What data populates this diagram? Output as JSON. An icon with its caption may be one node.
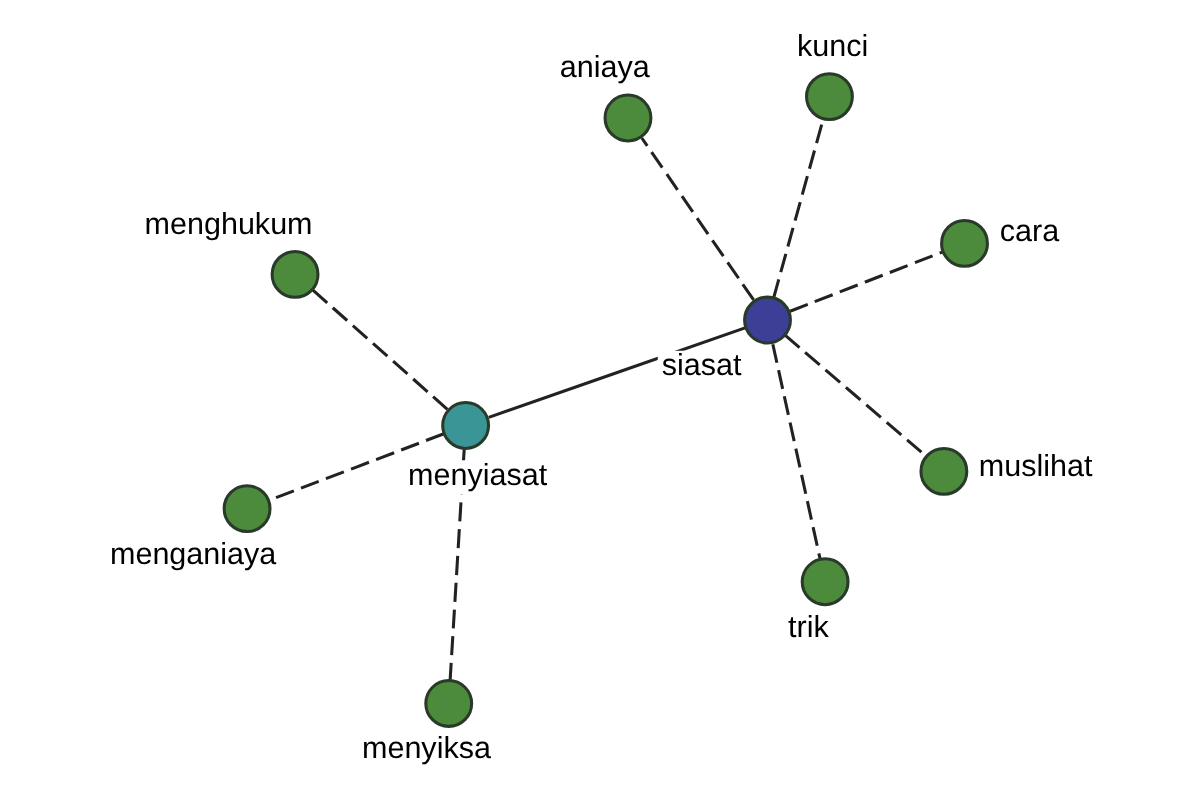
{
  "diagram": {
    "nodes": [
      {
        "text": [],
        "shape": "circle",
        "beside": [
          "muslihat"
        ]
      },
      {
        "text": [],
        "shape": "circle",
        "beside": [
          "kunci"
        ]
      },
      {
        "text": [],
        "shape": "circle",
        "beside": [
          "trik"
        ]
      },
      {
        "text": [],
        "shape": "circle",
        "beside": [
          "cara"
        ]
      },
      {
        "text": [],
        "shape": "circle",
        "beside": [
          "siasat"
        ]
      },
      {
        "text": [],
        "shape": "circle",
        "beside": [
          "menganiaya"
        ]
      },
      {
        "text": [],
        "shape": "circle",
        "beside": [
          "aniaya"
        ]
      },
      {
        "text": [],
        "shape": "circle",
        "beside": [
          "menghukum"
        ]
      },
      {
        "text": [],
        "shape": "circle",
        "beside": [
          "menyiasat"
        ]
      },
      {
        "text": [],
        "shape": "circle",
        "beside": [
          "menyiksa"
        ]
      }
    ],
    "edges": [
      {
        "from": 4,
        "to": 8,
        "arrow": "none"
      },
      {
        "from": 4,
        "to": 0,
        "arrow": "none",
        "style": "dashed"
      },
      {
        "from": 4,
        "to": 1,
        "arrow": "none",
        "style": "dashed"
      },
      {
        "from": 4,
        "to": 2,
        "arrow": "none",
        "style": "dashed"
      },
      {
        "from": 4,
        "to": 3,
        "arrow": "none",
        "style": "dashed"
      },
      {
        "from": 4,
        "to": 6,
        "arrow": "none",
        "style": "dashed"
      },
      {
        "from": 8,
        "to": 5,
        "arrow": "none",
        "style": "dashed"
      },
      {
        "from": 8,
        "to": 7,
        "arrow": "none",
        "style": "dashed"
      },
      {
        "from": 8,
        "to": 9,
        "arrow": "none",
        "style": "dashed"
      }
    ]
  }
}
